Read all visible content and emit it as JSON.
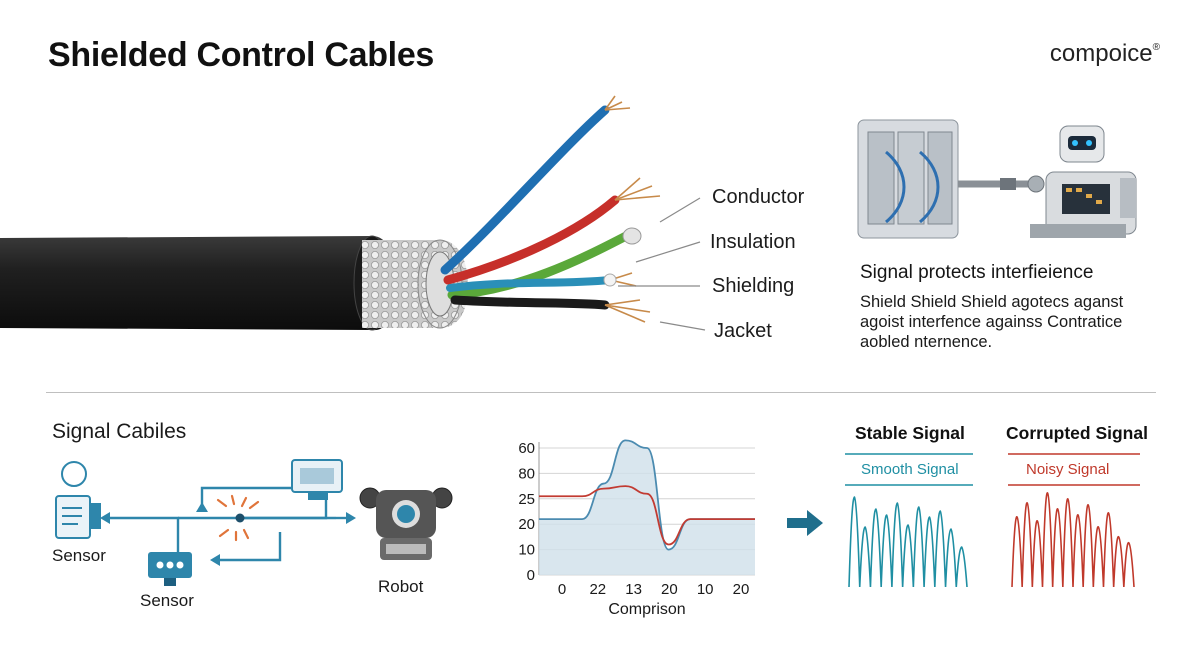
{
  "header": {
    "title": "Shielded Control Cables",
    "brand": "compoice",
    "brand_mark": "®"
  },
  "cable_callouts": [
    "Conductor",
    "Insulation",
    "Shielding",
    "Jacket"
  ],
  "info_panel": {
    "heading": "Signal protects interfieience",
    "body": "Shield Shield Shield agotecs aganst agoist interfence againss Contratice aobled nternence."
  },
  "signal_diagram": {
    "label": "Signal Cabiles",
    "nodes": [
      "Sensor",
      "Sensor",
      "Robot"
    ]
  },
  "chart_data": {
    "type": "line",
    "title": "",
    "xlabel": "Comprison",
    "ylabel": "",
    "yticks": [
      "60",
      "80",
      "25",
      "20",
      "10",
      "0"
    ],
    "xticks": [
      "0",
      "22",
      "13",
      "20",
      "10",
      "20"
    ],
    "series": [
      {
        "values": [
          2.2,
          2.2,
          2.2,
          3.6,
          5.3,
          5.0,
          1.0,
          2.2,
          2.2,
          2.2,
          2.2
        ]
      },
      {
        "values": [
          3.1,
          3.1,
          3.1,
          3.4,
          3.5,
          3.2,
          1.2,
          2.2,
          2.2,
          2.2,
          2.2
        ]
      }
    ],
    "colors": [
      "#4b8bb0",
      "#c23b32"
    ],
    "grid": true
  },
  "signals": {
    "stable": {
      "title": "Stable Signal",
      "subtitle": "Smooth Signal",
      "color": "#1f8fa3"
    },
    "corrupted": {
      "title": "Corrupted Signal",
      "subtitle": "Noisy Signal",
      "color": "#c0392b"
    }
  },
  "colors": {
    "accent": "#2e86ab",
    "alert": "#c0392b",
    "cable_jacket": "#1c1c1c"
  }
}
